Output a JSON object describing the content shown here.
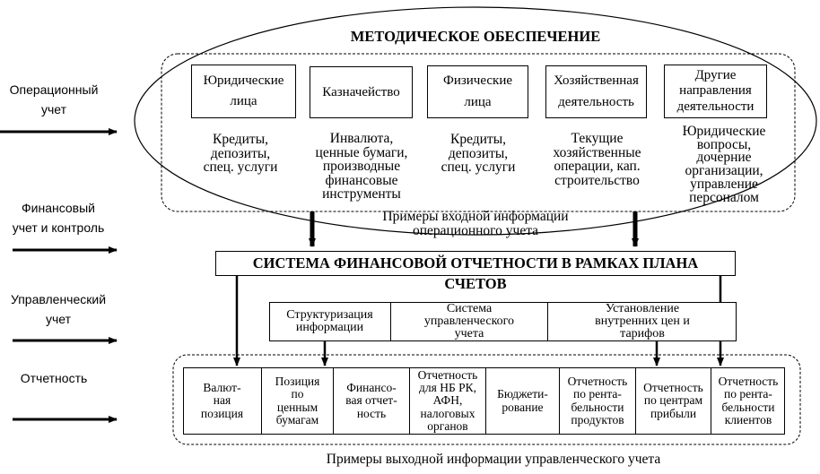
{
  "title": "МЕТОДИЧЕСКОЕ ОБЕСПЕЧЕНИЕ",
  "left_labels": [
    "Операционный\nучет",
    "Финансовый\nучет и контроль",
    "Управленческий\nучет",
    "Отчетность"
  ],
  "top_boxes": [
    "Юридические\nлица",
    "Казначейство",
    "Физические\nлица",
    "Хозяйственная\nдеятельность",
    "Другие\nнаправления\nдеятельности"
  ],
  "top_descriptions": [
    "Кредиты,\nдепозиты,\nспец. услуги",
    "Инвалюта,\nценные бумаги,\nпроизводные\nфинансовые\nинструменты",
    "Кредиты,\nдепозиты,\nспец. услуги",
    "Текущие\nхозяйственные\nоперации, кап.\nстроительство",
    "Юридические\nвопросы,\nдочерние\nорганизации,\nуправление\nперсоналом"
  ],
  "input_caption": "Примеры входной информации\nоперационного учета",
  "system_box": "СИСТЕМА ФИНАНСОВОЙ ОТЧЕТНОСТИ В РАМКАХ ПЛАНА",
  "system_box_cont": "СЧЕТОВ",
  "middle_boxes": [
    "Структуризация\nинформации",
    "Система\nуправленческого\nучета",
    "Установление\nвнутренних цен и\nтарифов"
  ],
  "output_boxes": [
    "Валют-\nная\nпозиция",
    "Позиция\nпо\nценным\nбумагам",
    "Финансо-\nвая отчет-\nность",
    "Отчетность\nдля НБ РК,\nАФН,\nналоговых\nорганов",
    "Бюджети-\nрование",
    "Отчетность\nпо рента-\nбельности\nпродуктов",
    "Отчетность\nпо центрам\nприбыли",
    "Отчетность\nпо рента-\nбельности\nклиентов"
  ],
  "output_caption": "Примеры выходной информации управленческого учета"
}
